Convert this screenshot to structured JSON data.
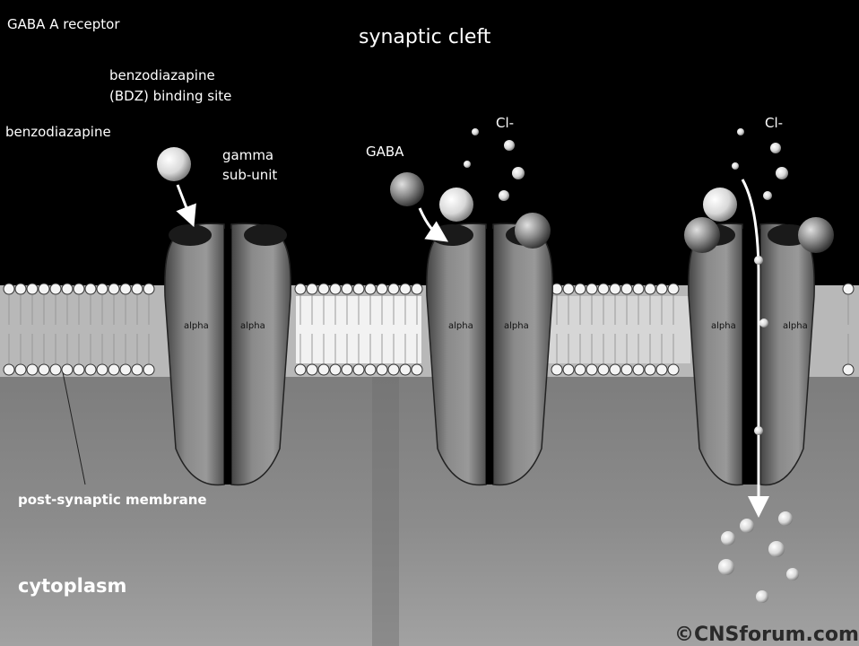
{
  "labels": {
    "gaba_a_receptor": "GABA A receptor",
    "synaptic_cleft": "synaptic cleft",
    "bdz_site_line1": "benzodiazapine",
    "bdz_site_line2": "(BDZ) binding site",
    "benzodiazapine": "benzodiazapine",
    "gamma_line1": "gamma",
    "gamma_line2": "sub-unit",
    "gaba": "GABA",
    "cl_middle": "Cl-",
    "cl_right": "Cl-",
    "post_synaptic_membrane": "post-synaptic membrane",
    "cytoplasm": "cytoplasm",
    "subunit_alpha": "alpha",
    "watermark": "©CNSforum.com"
  },
  "receptors": [
    {
      "name": "receptor-resting",
      "channel_open": false
    },
    {
      "name": "receptor-gaba-bound",
      "channel_open": false
    },
    {
      "name": "receptor-open",
      "channel_open": true
    }
  ],
  "colors": {
    "cleft": "#000000",
    "membrane": "#c8c8c8",
    "cytoplasm": "#8a8a8a",
    "protein": "#7a7a7a",
    "ion": "#e6e6e6"
  }
}
